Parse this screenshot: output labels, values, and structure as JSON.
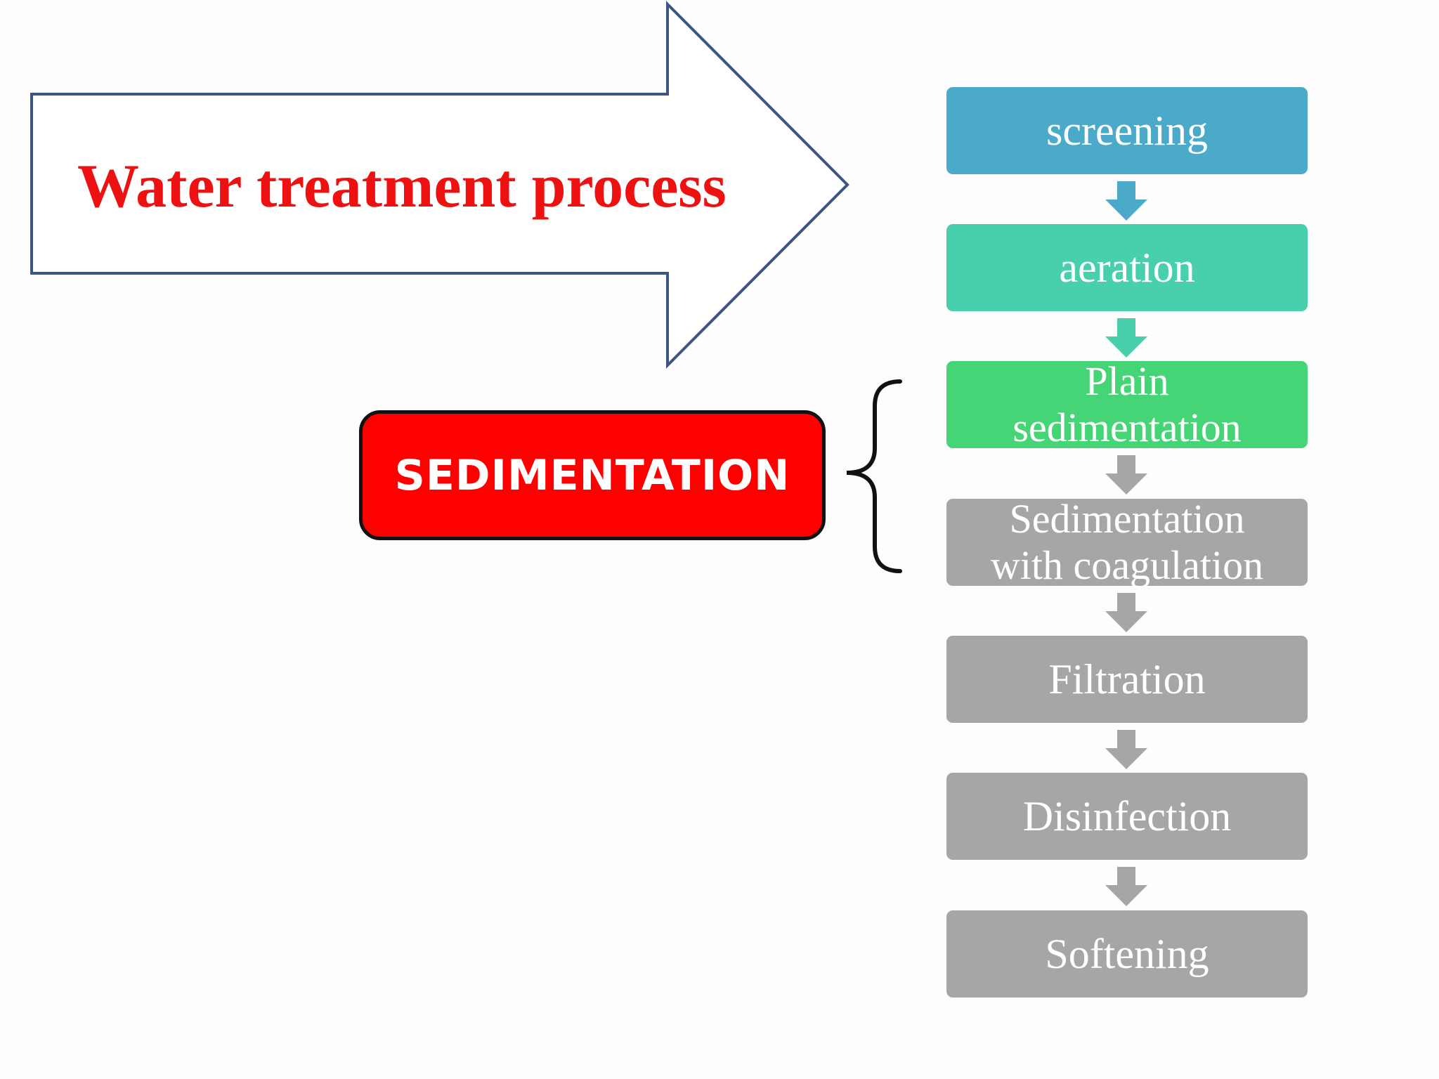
{
  "title": "Water treatment process",
  "callout": {
    "label": "SEDIMENTATION"
  },
  "steps": [
    {
      "label": "screening",
      "color": "#4ba9c9"
    },
    {
      "label": "aeration",
      "color": "#48cfac"
    },
    {
      "label": "Plain\nsedimentation",
      "color": "#46d576"
    },
    {
      "label": "Sedimentation\nwith coagulation",
      "color": "#a6a6a8"
    },
    {
      "label": "Filtration",
      "color": "#a6a6a8"
    },
    {
      "label": "Disinfection",
      "color": "#a6a6a8"
    },
    {
      "label": "Softening",
      "color": "#a6a6a8"
    }
  ],
  "colors": {
    "arrow_outline": "#3c5683",
    "title_red": "#ee1111",
    "callout_red": "#fe0000",
    "connector_blue": "#4ba9c9",
    "connector_teal": "#48cfac",
    "connector_gray": "#a6a6a8"
  },
  "icons": {
    "big_arrow": "right-arrow-outline",
    "brace": "left-curly-brace",
    "connector": "down-arrow"
  }
}
